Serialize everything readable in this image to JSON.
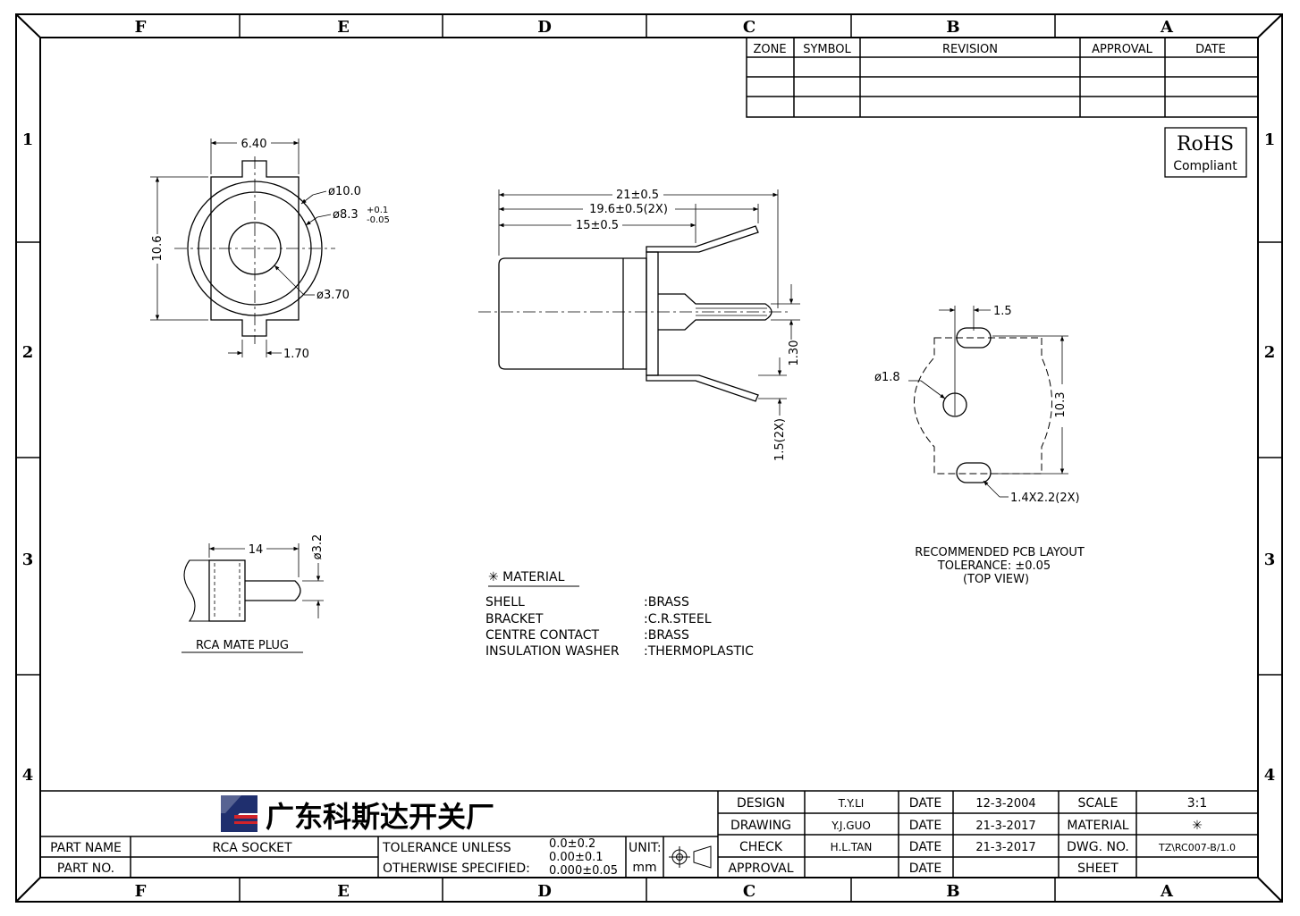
{
  "border": {
    "columns": [
      "F",
      "E",
      "D",
      "C",
      "B",
      "A"
    ],
    "rows": [
      "1",
      "2",
      "3",
      "4"
    ]
  },
  "revision_table": {
    "headers": [
      "ZONE",
      "SYMBOL",
      "REVISION",
      "APPROVAL",
      "DATE"
    ]
  },
  "rohs": {
    "line1": "RoHS",
    "line2": "Compliant"
  },
  "front_view": {
    "width_dim": "6.40",
    "height_dim": "10.6",
    "outer_dia": "ø10.0",
    "inner_dia": "ø8.3",
    "inner_tol_upper": "+0.1",
    "inner_tol_lower": "-0.05",
    "center_dia": "ø3.70",
    "pin_width": "1.70"
  },
  "side_view": {
    "overall": "21±0.5",
    "bracket": "19.6±0.5(2X)",
    "body": "15±0.5",
    "pin_thickness": "1.30",
    "bracket_thickness": "1.5(2X)"
  },
  "pcb_layout": {
    "pad_spacing": "1.5",
    "hole_dia": "ø1.8",
    "height": "10.3",
    "slot": "1.4X2.2(2X)",
    "caption_line1": "RECOMMENDED PCB LAYOUT",
    "caption_line2": "TOLERANCE: ±0.05",
    "caption_line3": "(TOP VIEW)"
  },
  "mate_plug": {
    "length": "14",
    "dia": "ø3.2",
    "caption": "RCA MATE PLUG"
  },
  "material": {
    "title": "✳ MATERIAL",
    "rows": [
      {
        "part": "SHELL",
        "value": ":BRASS"
      },
      {
        "part": "BRACKET",
        "value": ":C.R.STEEL"
      },
      {
        "part": "CENTRE CONTACT",
        "value": ":BRASS"
      },
      {
        "part": "INSULATION WASHER",
        "value": ":THERMOPLASTIC"
      }
    ]
  },
  "title_block": {
    "company": "广东科斯达开关厂",
    "part_name_label": "PART NAME",
    "part_name": "RCA SOCKET",
    "part_no_label": "PART NO.",
    "part_no": "",
    "tolerance_label1": "TOLERANCE UNLESS",
    "tolerance_label2": "OTHERWISE SPECIFIED:",
    "tol1": "0.0±0.2",
    "tol2": "0.00±0.1",
    "tol3": "0.000±0.05",
    "unit_label": "UNIT:",
    "unit": "mm",
    "rows": [
      {
        "role": "DESIGN",
        "name": "T.Y.LI",
        "date_label": "DATE",
        "date": "12-3-2004",
        "key": "SCALE",
        "val": "3:1"
      },
      {
        "role": "DRAWING",
        "name": "Y.J.GUO",
        "date_label": "DATE",
        "date": "21-3-2017",
        "key": "MATERIAL",
        "val": "✳"
      },
      {
        "role": "CHECK",
        "name": "H.L.TAN",
        "date_label": "DATE",
        "date": "21-3-2017",
        "key": "DWG. NO.",
        "val": "TZ\\RC007-B/1.0"
      },
      {
        "role": "APPROVAL",
        "name": "",
        "date_label": "DATE",
        "date": "",
        "key": "SHEET",
        "val": ""
      }
    ]
  }
}
